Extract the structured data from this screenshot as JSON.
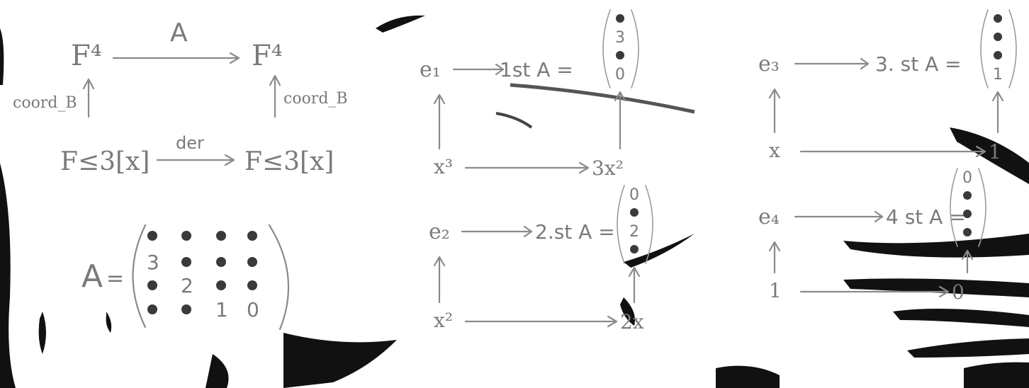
{
  "diagram": {
    "top_left": "F⁴",
    "top_right": "F⁴",
    "top_arrow": "A",
    "left_vertical": "coord_B",
    "right_vertical": "coord_B",
    "bottom_left": "F≤3[x]",
    "bottom_right": "F≤3[x]",
    "bottom_arrow": "der"
  },
  "matrix": {
    "name": "A",
    "rows": [
      [
        "•",
        "•",
        "•",
        "•"
      ],
      [
        "3",
        "•",
        "•",
        "•"
      ],
      [
        "•",
        "2",
        "•",
        "•"
      ],
      [
        "•",
        "•",
        "1",
        "0"
      ]
    ]
  },
  "mappings": [
    {
      "vector": "e₁",
      "image": "1st A =",
      "column": [
        "•",
        "3",
        "•",
        "0"
      ],
      "basis": "x³",
      "derivative": "3x²"
    },
    {
      "vector": "e₂",
      "image": "2.st A =",
      "column": [
        "0",
        "•",
        "2",
        "•"
      ],
      "basis": "x²",
      "derivative": "2x"
    },
    {
      "vector": "e₃",
      "image": "3. st A =",
      "column": [
        "•",
        "•",
        "•",
        "1"
      ],
      "basis": "x",
      "derivative": "1"
    },
    {
      "vector": "e₄",
      "image": "4 st A =",
      "column": [
        "0",
        "•",
        "•",
        "•"
      ],
      "basis": "1",
      "derivative": "0"
    }
  ]
}
